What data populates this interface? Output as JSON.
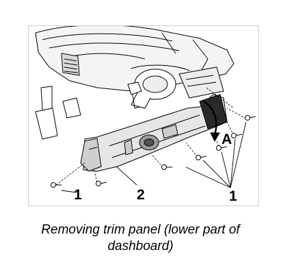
{
  "diagram": {
    "callouts": {
      "screw_left": "1",
      "trim_panel": "2",
      "screws_right": "1",
      "rotation_arrow": "A"
    }
  },
  "caption": {
    "text": "Removing trim panel (lower part of dashboard)"
  },
  "colors": {
    "line": "#000000",
    "fill_light": "#f2f2f2",
    "fill_mid": "#bdbdbd",
    "fill_dark": "#2a2a2a"
  }
}
